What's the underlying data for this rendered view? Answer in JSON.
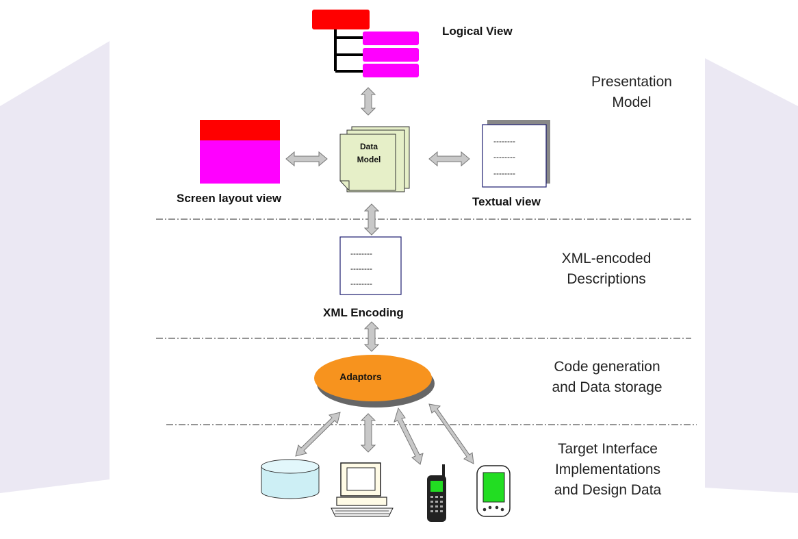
{
  "views": {
    "logical": "Logical View",
    "screen_layout": "Screen layout view",
    "textual": "Textual view",
    "data_model_line1": "Data",
    "data_model_line2": "Model"
  },
  "encoding": {
    "label": "XML Encoding",
    "doc_lines": [
      "--------",
      "--------",
      "--------"
    ]
  },
  "textual_doc_lines": [
    "--------",
    "--------",
    "--------"
  ],
  "adaptors": {
    "label": "Adaptors"
  },
  "layers": {
    "presentation_1": "Presentation",
    "presentation_2": "Model",
    "xml_1": "XML-encoded",
    "xml_2": "Descriptions",
    "code_1": "Code generation",
    "code_2": "and Data storage",
    "target_1": "Target Interface",
    "target_2": "Implementations",
    "target_3": "and Design Data"
  },
  "colors": {
    "red": "#ff0000",
    "magenta": "#ff00ff",
    "orange": "#f7931e",
    "data_model_fill": "#e6efc8",
    "arrow_fill": "#c8c8c8",
    "cylinder_fill": "#cdeff5",
    "pda_screen": "#22dd22",
    "watermark": "#e9e6f2"
  },
  "icons": [
    "database-icon",
    "desktop-computer-icon",
    "mobile-phone-icon",
    "pda-icon"
  ]
}
